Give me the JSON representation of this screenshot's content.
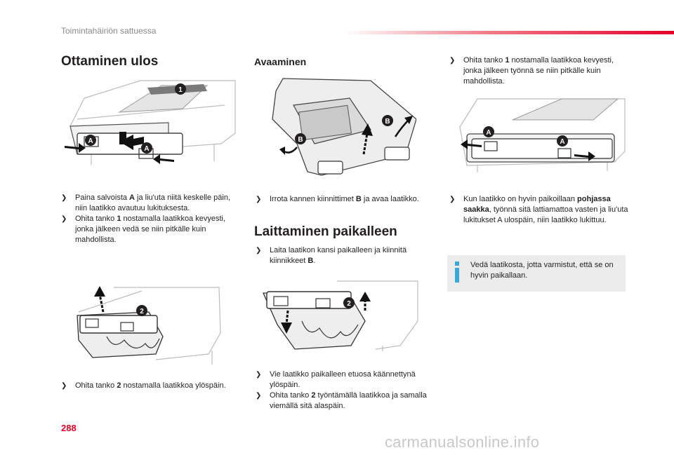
{
  "header": {
    "title": "Toimintahäiriön sattuessa"
  },
  "sections": {
    "out_title": "Ottaminen ulos",
    "open_title": "Avaaminen",
    "install_title": "Laittaminen paikalleen"
  },
  "figures": {
    "label_1": "1",
    "label_2": "2",
    "label_a": "A",
    "label_b": "B"
  },
  "col1": {
    "list1": [
      {
        "pre": "Paina salvoista ",
        "bold": "A",
        "post": " ja liu'uta niitä keskelle päin, niin laatikko avautuu lukituksesta."
      },
      {
        "pre": "Ohita tanko ",
        "bold": "1",
        "post": " nostamalla laatikkoa kevyesti, jonka jälkeen vedä se niin pitkälle kuin mahdollista."
      }
    ],
    "list2": [
      {
        "pre": "Ohita tanko ",
        "bold": "2",
        "post": " nostamalla laatikkoa ylöspäin."
      }
    ]
  },
  "col2": {
    "list1": [
      {
        "pre": "Irrota kannen kiinnittimet ",
        "bold": "B",
        "post": " ja avaa laatikko."
      }
    ],
    "list2": [
      {
        "pre": "Laita laatikon kansi paikalleen ja kiinnitä kiinnikkeet ",
        "bold": "B",
        "post": "."
      }
    ],
    "list3": [
      {
        "pre": "Vie laatikko paikalleen etuosa käännettynä ylöspäin.",
        "bold": "",
        "post": ""
      },
      {
        "pre": "Ohita tanko ",
        "bold": "2",
        "post": " työntämällä laatikkoa ja samalla viemällä sitä alaspäin."
      }
    ]
  },
  "col3": {
    "list1": [
      {
        "pre": "Ohita tanko ",
        "bold": "1",
        "post": " nostamalla laatikkoa kevyesti, jonka jälkeen työnnä se niin pitkälle kuin mahdollista."
      }
    ],
    "list2": [
      {
        "pre": "Kun laatikko on hyvin paikoillaan ",
        "bold": "pohjassa saakka",
        "post": ", työnnä sitä lattiamattoa vasten ja liu'uta lukitukset A ulospäin, niin laatikko lukittuu."
      }
    ],
    "info": "Vedä laatikosta, jotta varmistut, että se on hyvin paikallaan."
  },
  "footer": {
    "page_number": "288",
    "watermark": "carmanualsonline.info"
  },
  "colors": {
    "accent": "#e4002b",
    "info_bg": "#ececed",
    "info_icon": "#3aa8d8",
    "text": "#231f20"
  }
}
